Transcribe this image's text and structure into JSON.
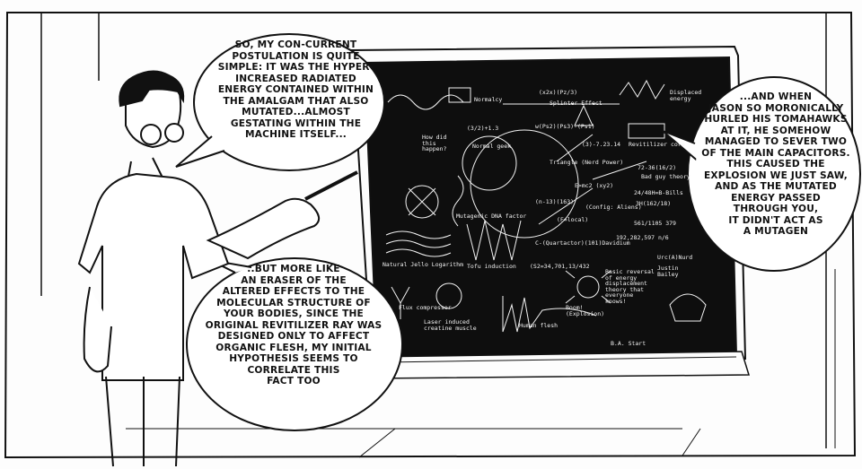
{
  "speech_bubbles": {
    "first": [
      "So, my con-current",
      "postulation is quite",
      "simple: it was the hyper-",
      "increased radiated",
      "energy contained within",
      "the amalgam that also",
      "mutated...almost",
      "gestating within the",
      "machine itself..."
    ],
    "second": [
      "...And when",
      "Jason so moronically",
      "hurled his tomahawks",
      "at it, he somehow",
      "managed to sever two",
      "of the main capacitors.",
      "This caused the",
      "explosion we just saw,",
      "and as the mutated",
      "energy passed",
      "through you,",
      "it didn't act as",
      "a mutagen"
    ],
    "third": [
      "..But more like",
      "an eraser of the",
      "altered effects to the",
      "molecular structure of",
      "your bodies, since the",
      "original revitilizer ray was",
      "designed only to affect",
      "organic flesh, my initial",
      "hypothesis seems to",
      "correlate this",
      "fact too"
    ]
  },
  "blackboard": {
    "top_row": [
      "Normalcy",
      "(x2x)(Pz/3)",
      "Splinter Effect",
      "Displaced energy"
    ],
    "scribbles": [
      "How did this happen?",
      "Normal geek",
      "(3/2)+1.3",
      "w(Ps2)(Ps3)-(Ps1)",
      "Triangle (Nerd Power)",
      "(3)-7.23.14",
      "Revitilizer core",
      "72-36(16/2)",
      "Bad guy theory",
      "E>mc2 (xy2)",
      "24/48H=B-Bills",
      "3H(162/18)",
      "(Config: Aliens)",
      "(F=local)",
      "(n-13)(163)",
      "Mutagenic DNA factor",
      "C-(Quartactor)(101)Davidium",
      "561/1105 379",
      "192,282,597 n/6",
      "Natural Jello Logarithm",
      "Tofu induction",
      "(S2=34,701,13/432",
      "Urc(A)Nurd",
      "Justin Bailey",
      "Basic reversal of energy displacement theory that everyone knows!",
      "Boom! (Explosion)",
      "Human flesh",
      "Laser induced creatine muscle",
      "Flux compressor",
      "B.A. Start"
    ]
  }
}
